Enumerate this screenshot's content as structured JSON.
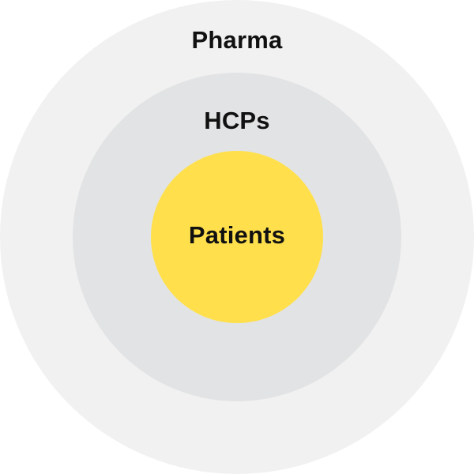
{
  "diagram": {
    "type": "concentric-circles",
    "colors": {
      "outer": "#f1f1f1",
      "middle": "#e2e3e4",
      "inner": "#ffe04c",
      "text": "#111111"
    },
    "outer_label": "Pharma",
    "middle_label": "HCPs",
    "inner_label": "Patients"
  }
}
